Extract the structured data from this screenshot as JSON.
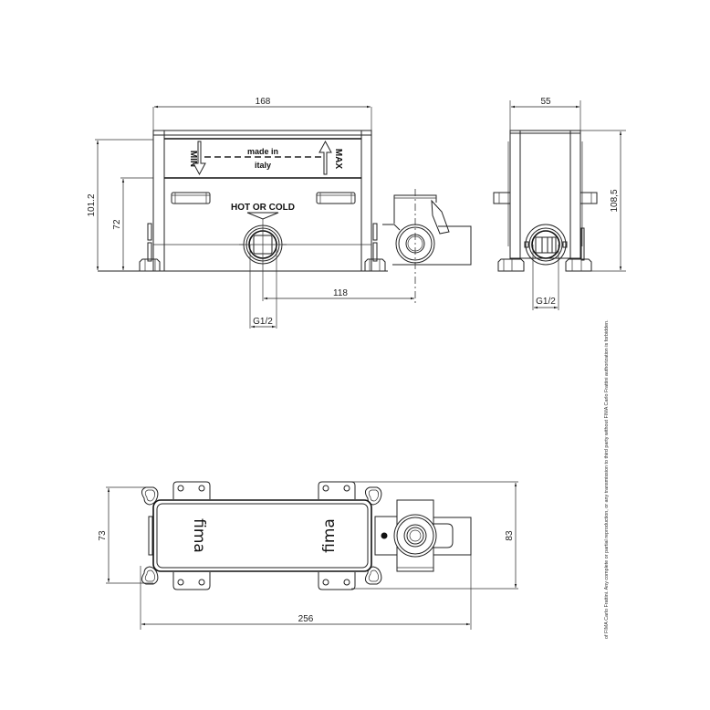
{
  "drawing": {
    "front_view": {
      "label_top_width": "168",
      "label_height_total": "101.2",
      "label_height_outlet": "72",
      "label_offset": "118",
      "label_thread": "G1/2",
      "label_min": "MIN",
      "label_max": "MAX",
      "label_made_in": "made in",
      "label_italy": "italy",
      "label_hot_cold": "HOT OR COLD"
    },
    "side_view": {
      "label_width": "55",
      "label_height": "108,5",
      "label_thread": "G1/2"
    },
    "top_view": {
      "label_depth_box": "73",
      "label_depth_total": "83",
      "label_length_total": "256",
      "brand_left": "fima",
      "brand_right": "fima"
    },
    "legal_notice": "of FIMA Carlo Frattini. Any complete or partial reproduction, or any transmission to third party without FIMA Carlo Frattini authorization is forbidden."
  }
}
